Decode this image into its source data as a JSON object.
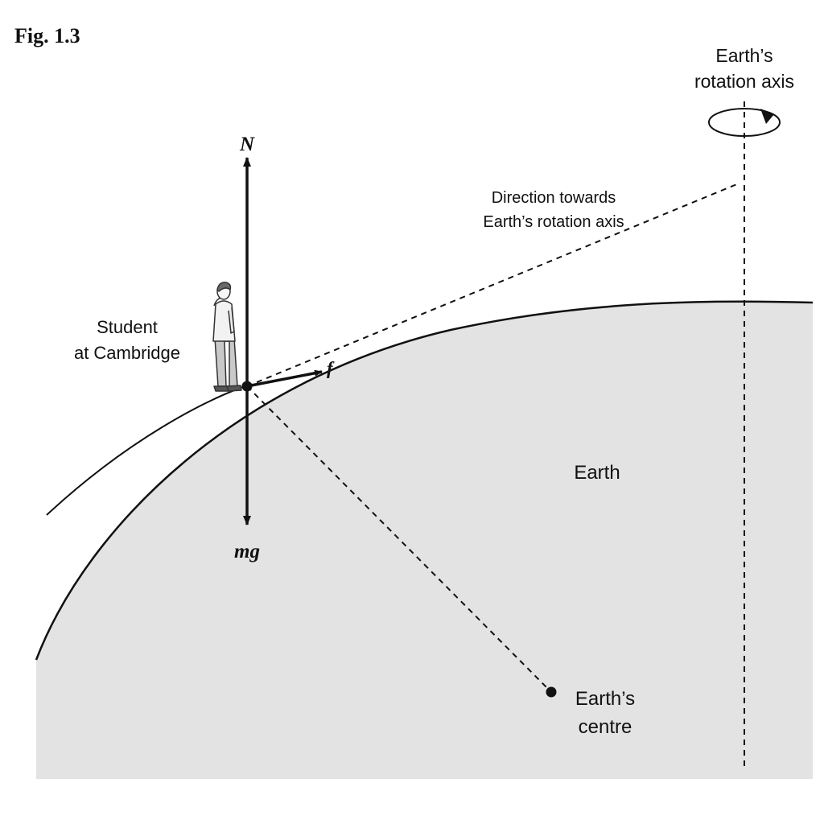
{
  "figure": {
    "label": "Fig. 1.3"
  },
  "labels": {
    "earth": "Earth",
    "axis_line1": "Earth’s",
    "axis_line2": "rotation axis",
    "direction_line1": "Direction towards",
    "direction_line2": "Earth’s rotation axis",
    "student_line1": "Student",
    "student_line2": "at Cambridge",
    "centre_line1": "Earth’s",
    "centre_line2": "centre"
  },
  "forces": {
    "normal": "N",
    "weight": "mg",
    "friction": "f"
  },
  "icons": {
    "student": "person-standing-icon",
    "rotation": "rotation-arrow-icon"
  },
  "colors": {
    "earth_fill": "#e3e3e3",
    "line": "#111111"
  }
}
